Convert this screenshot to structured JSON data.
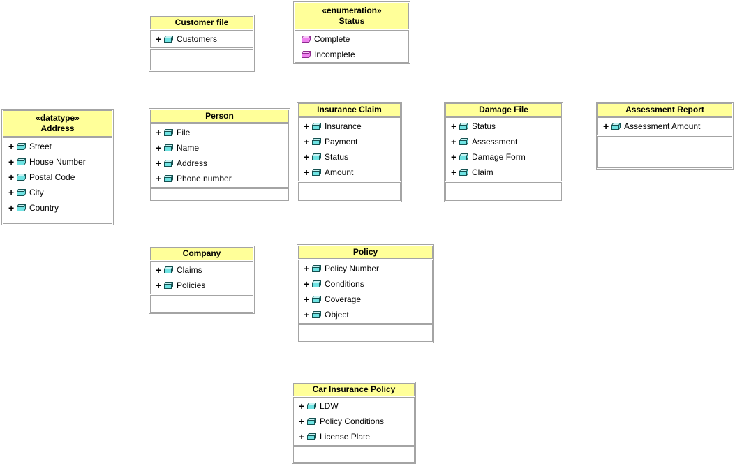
{
  "diagram": {
    "type": "uml-class-diagram",
    "background_color": "#ffffff",
    "colors": {
      "header_fill": "#ffff99",
      "border_gray": "#a4a4a4",
      "text": "#000000",
      "attribute_icon_cyan": "#6fe3e3",
      "enum_literal_icon_pink": "#ee82ee"
    },
    "classes": [
      {
        "name": "Customer file",
        "stereotype": "",
        "attributes": [
          {
            "visibility": "+",
            "label": "Customers"
          }
        ]
      },
      {
        "name": "Status",
        "stereotype": "«enumeration»",
        "attributes": [
          {
            "visibility": "",
            "label": "Complete"
          },
          {
            "visibility": "",
            "label": "Incomplete"
          }
        ]
      },
      {
        "name": "Address",
        "stereotype": "«datatype»",
        "attributes": [
          {
            "visibility": "+",
            "label": "Street"
          },
          {
            "visibility": "+",
            "label": "House Number"
          },
          {
            "visibility": "+",
            "label": "Postal Code"
          },
          {
            "visibility": "+",
            "label": "City"
          },
          {
            "visibility": "+",
            "label": "Country"
          }
        ]
      },
      {
        "name": "Person",
        "stereotype": "",
        "attributes": [
          {
            "visibility": "+",
            "label": "File"
          },
          {
            "visibility": "+",
            "label": "Name"
          },
          {
            "visibility": "+",
            "label": "Address"
          },
          {
            "visibility": "+",
            "label": "Phone number"
          }
        ]
      },
      {
        "name": "Insurance Claim",
        "stereotype": "",
        "attributes": [
          {
            "visibility": "+",
            "label": "Insurance"
          },
          {
            "visibility": "+",
            "label": "Payment"
          },
          {
            "visibility": "+",
            "label": "Status"
          },
          {
            "visibility": "+",
            "label": "Amount"
          }
        ]
      },
      {
        "name": "Damage File",
        "stereotype": "",
        "attributes": [
          {
            "visibility": "+",
            "label": "Status"
          },
          {
            "visibility": "+",
            "label": "Assessment"
          },
          {
            "visibility": "+",
            "label": "Damage Form"
          },
          {
            "visibility": "+",
            "label": "Claim"
          }
        ]
      },
      {
        "name": "Assessment Report",
        "stereotype": "",
        "attributes": [
          {
            "visibility": "+",
            "label": "Assessment Amount"
          }
        ]
      },
      {
        "name": "Company",
        "stereotype": "",
        "attributes": [
          {
            "visibility": "+",
            "label": "Claims"
          },
          {
            "visibility": "+",
            "label": "Policies"
          }
        ]
      },
      {
        "name": "Policy",
        "stereotype": "",
        "attributes": [
          {
            "visibility": "+",
            "label": "Policy Number"
          },
          {
            "visibility": "+",
            "label": "Conditions"
          },
          {
            "visibility": "+",
            "label": "Coverage"
          },
          {
            "visibility": "+",
            "label": "Object"
          }
        ]
      },
      {
        "name": "Car Insurance Policy",
        "stereotype": "",
        "attributes": [
          {
            "visibility": "+",
            "label": "LDW"
          },
          {
            "visibility": "+",
            "label": "Policy Conditions"
          },
          {
            "visibility": "+",
            "label": "License Plate"
          }
        ]
      }
    ]
  }
}
